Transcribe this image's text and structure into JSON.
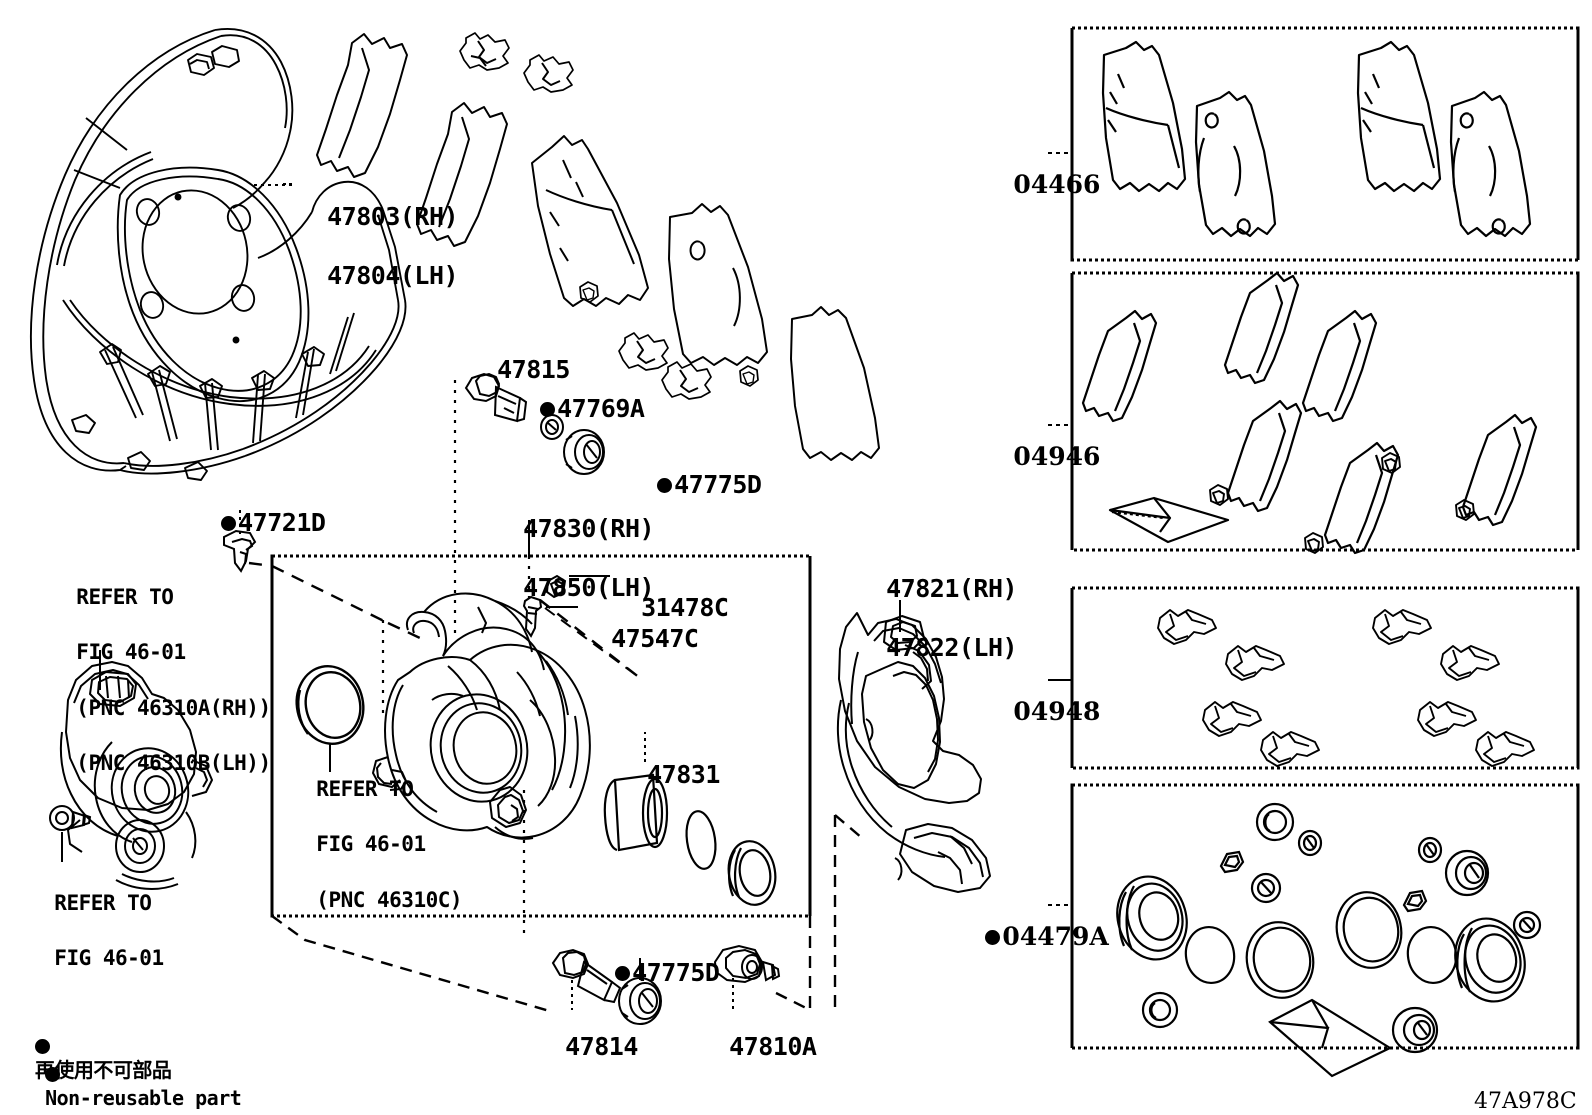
{
  "diagram": {
    "code": "47A978C",
    "legend": [
      {
        "marker": "filled-circle",
        "text": "再使用不可部品"
      },
      {
        "marker": "filled-circle",
        "text": "Non-reusable part"
      }
    ]
  },
  "labels": {
    "backing_plate": {
      "line1": "47803(RH)",
      "line2": "47804(LH)"
    },
    "bolt_47721d": {
      "marker": "filled-circle",
      "text": "47721D"
    },
    "slide_pin_47815": "47815",
    "boot_47769a": {
      "marker": "filled-circle",
      "text": "47769A"
    },
    "bushing_47775d_top": {
      "marker": "filled-circle",
      "text": "47775D"
    },
    "caliper_assy": {
      "line1": "47830(RH)",
      "line2": "47850(LH)"
    },
    "bleeder_cap_31478c": "31478C",
    "bleeder_plug_47547c": "47547C",
    "piston_47831": "47831",
    "mounting_bracket": {
      "line1": "47821(RH)",
      "line2": "47822(LH)"
    },
    "bushing_47775d_bottom": {
      "marker": "filled-circle",
      "text": "47775D"
    },
    "slide_pin_47814": "47814",
    "guide_pin_47810a": "47810A",
    "refer_actuator": {
      "line1": "REFER TO",
      "line2": "FIG 46-01",
      "line3": "(PNC 46310A(RH))",
      "line4": "(PNC 46310B(LH))"
    },
    "refer_bolt_lower": {
      "line1": "REFER TO",
      "line2": "FIG 46-01"
    },
    "refer_seal_center": {
      "line1": "REFER TO",
      "line2": "FIG 46-01",
      "line3": "(PNC 46310C)"
    }
  },
  "kit_panels": [
    {
      "id": "panel-04466",
      "label": "04466",
      "marker": "none",
      "title_text": "04466",
      "contents": "brake pad set (4 pads)"
    },
    {
      "id": "panel-04946",
      "label": "04946",
      "marker": "none",
      "title_text": "04946",
      "contents": "anti-squeal shim kit with grease packet"
    },
    {
      "id": "panel-04948",
      "label": "04948",
      "marker": "none",
      "title_text": "04948",
      "contents": "pad support plate / clip kit (8 clips)"
    },
    {
      "id": "panel-04479A",
      "label": "04479A",
      "marker": "filled-circle",
      "title_text": "04479A",
      "contents": "caliper seal / overhaul kit"
    }
  ],
  "colors": {
    "line": "#000000",
    "background": "#ffffff"
  }
}
